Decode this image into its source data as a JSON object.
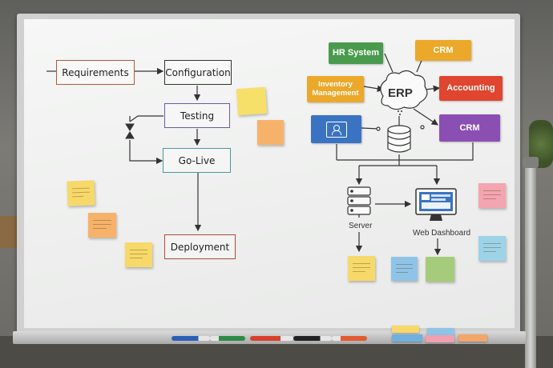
{
  "workflow": {
    "requirements": "Requirements",
    "configuration": "Configuration",
    "testing": "Testing",
    "go_live": "Go-Live",
    "deployment": "Deployment"
  },
  "erp_diagram": {
    "hr_system": "HR System",
    "crm_top": "CRM",
    "inventory": "Inventory Management",
    "erp": "ERP",
    "accounting": "Accounting",
    "crm_bottom": "CRM",
    "server": "Server",
    "web_dashboard": "Web Dashboard"
  },
  "colors": {
    "hr_system": "#4a9a4e",
    "crm_top": "#eba82a",
    "inventory": "#eba82a",
    "accounting": "#e0452f",
    "crm_bottom": "#8b4fb3",
    "database_box": "#3a73c2",
    "sticky_yellow": "#f7e06a",
    "sticky_orange": "#f6b26b",
    "sticky_blue": "#8fc4e8",
    "sticky_green": "#a5cc7a",
    "sticky_pink": "#f3a5b0"
  },
  "icons": {
    "database_box": "user-monitor-icon",
    "database": "database-cylinder-icon",
    "server": "server-rack-icon",
    "dashboard": "monitor-dashboard-icon",
    "cloud": "cloud-icon",
    "hourglass": "hourglass-icon"
  }
}
